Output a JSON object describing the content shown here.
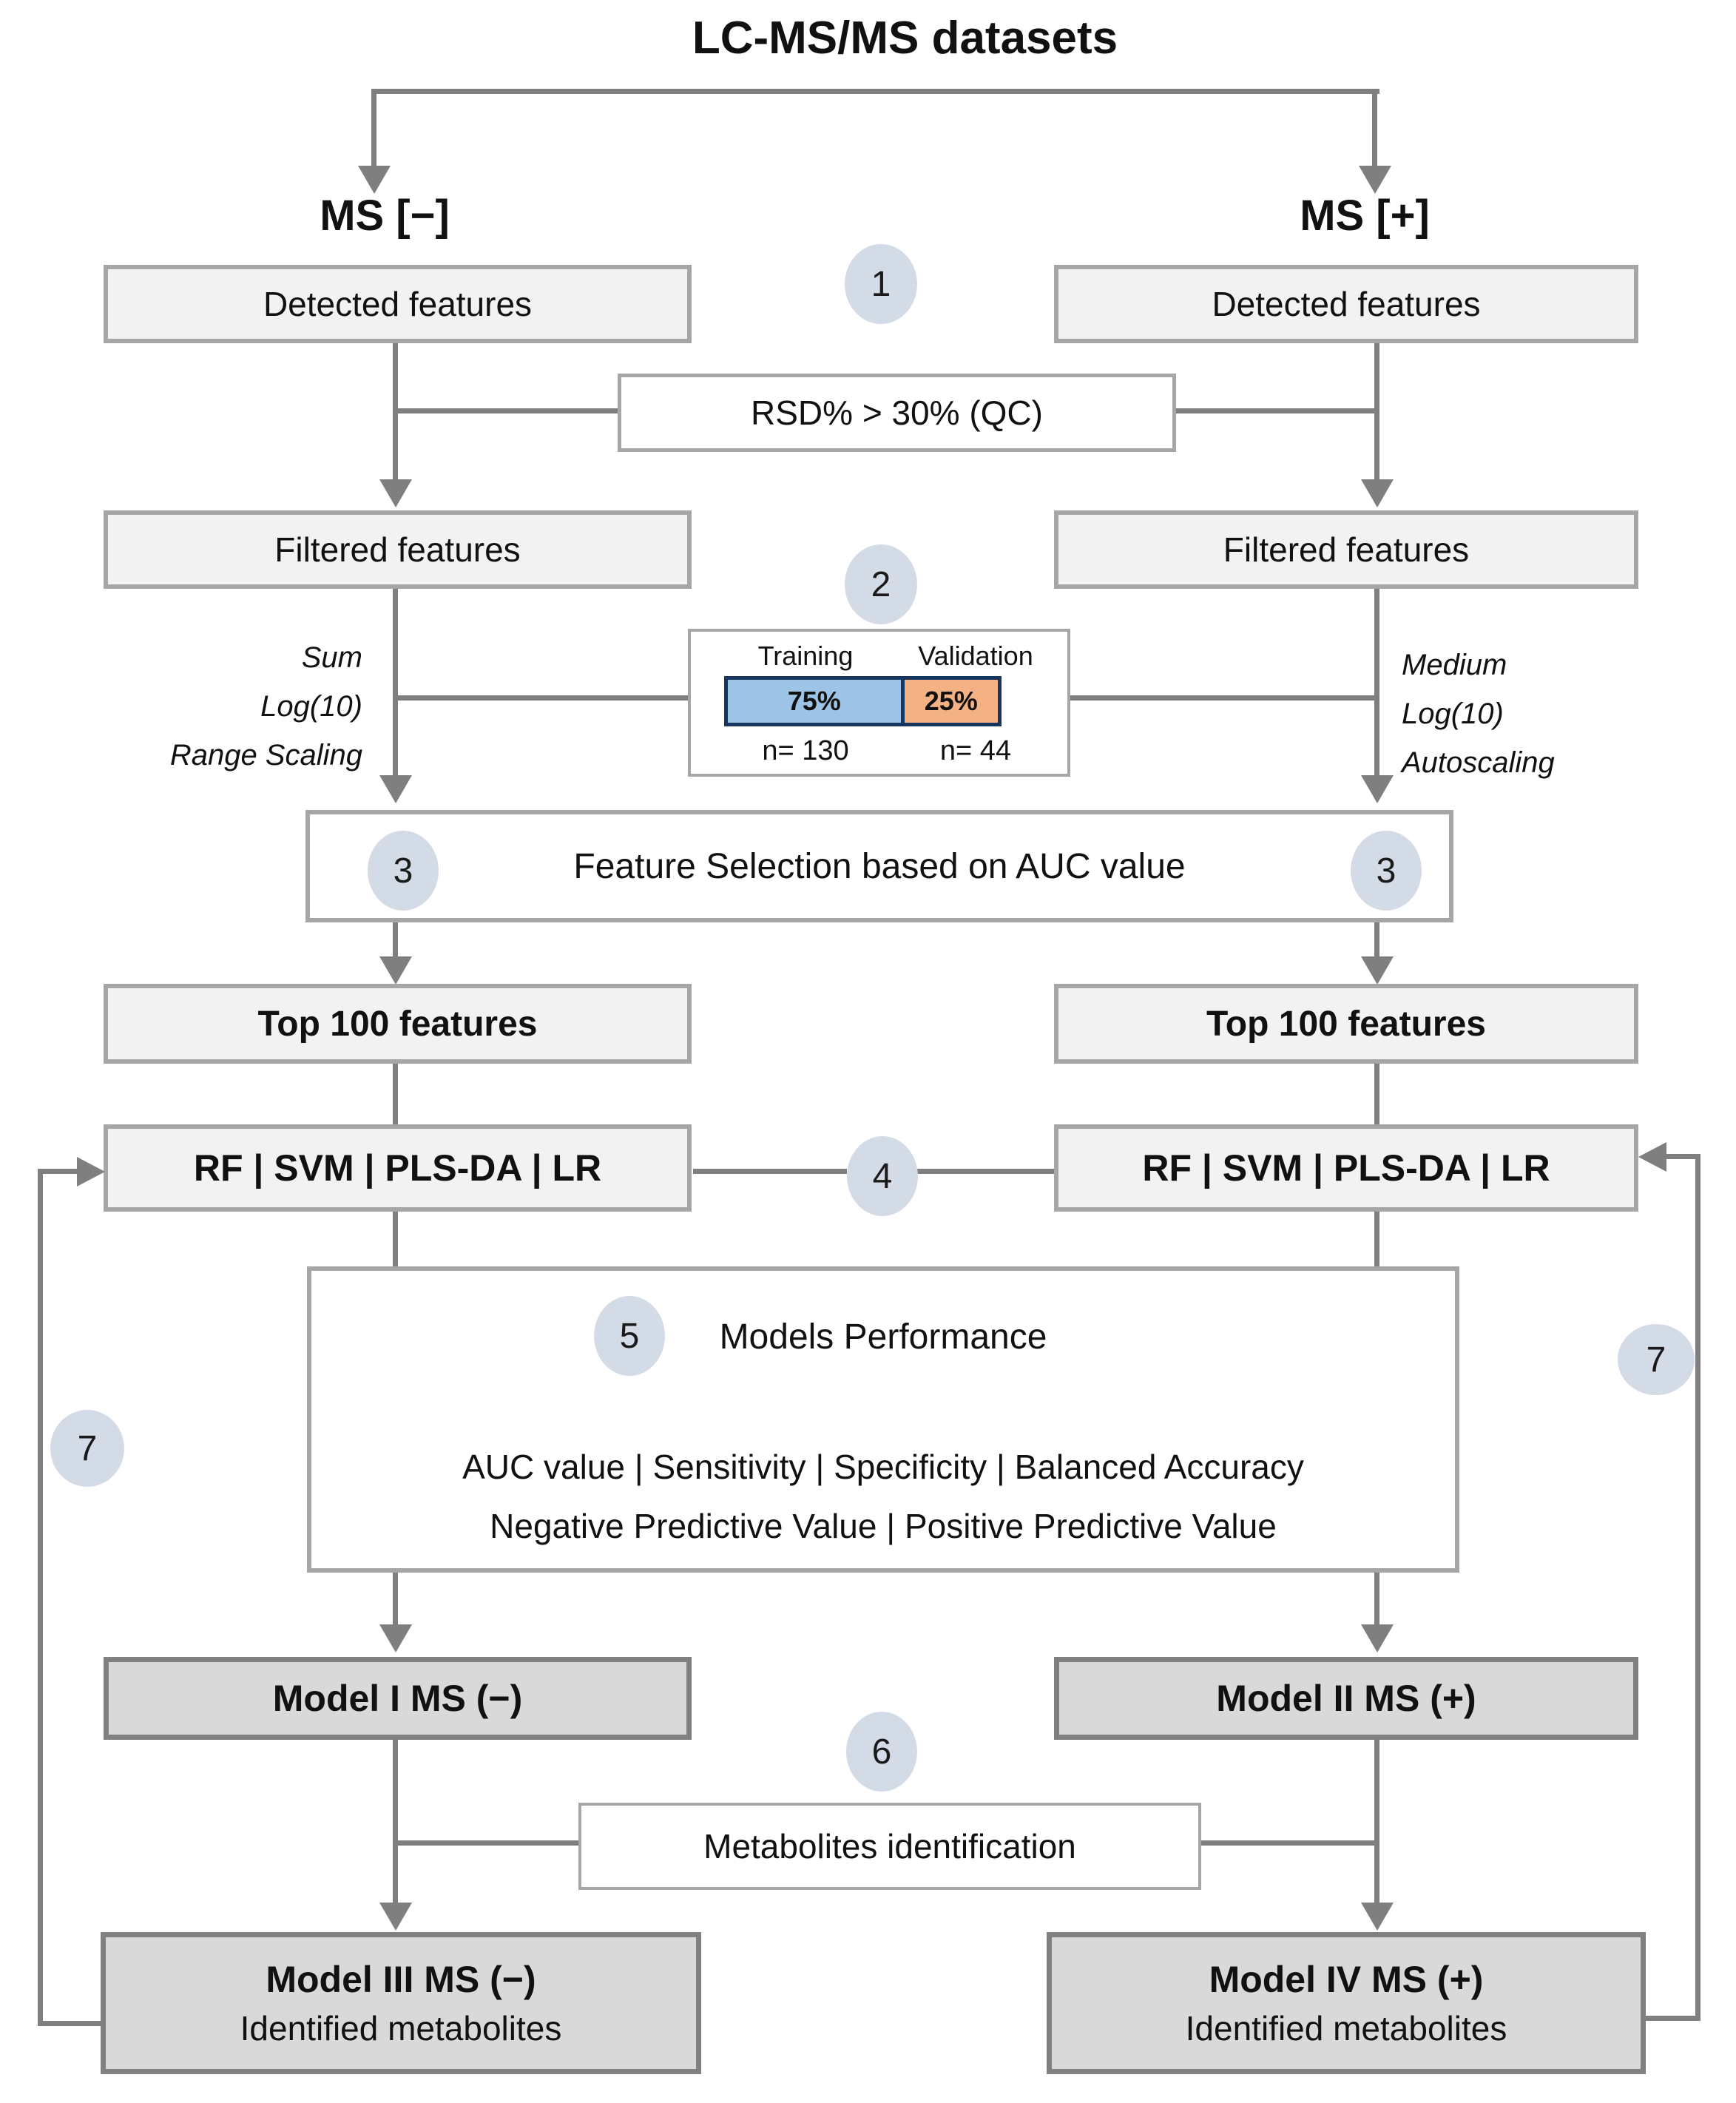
{
  "title": "LC-MS/MS datasets",
  "badges": {
    "s1": "1",
    "s2": "2",
    "s3": "3",
    "s4": "4",
    "s5": "5",
    "s6": "6",
    "s7": "7"
  },
  "neg": {
    "header": "MS [−]",
    "detected": "Detected features",
    "filtered": "Filtered features",
    "scaling": [
      "Sum",
      "Log(10)",
      "Range Scaling"
    ],
    "top100": "Top 100 features",
    "classifiers": "RF | SVM | PLS-DA | LR",
    "model": "Model I MS (−)",
    "final_title": "Model III MS (−)",
    "final_subtitle": "Identified metabolites"
  },
  "pos": {
    "header": "MS [+]",
    "detected": "Detected features",
    "filtered": "Filtered features",
    "scaling": [
      "Medium",
      "Log(10)",
      "Autoscaling"
    ],
    "top100": "Top 100 features",
    "classifiers": "RF | SVM | PLS-DA | LR",
    "model": "Model II MS (+)",
    "final_title": "Model IV MS (+)",
    "final_subtitle": "Identified metabolites"
  },
  "qc": {
    "label": "RSD% > 30% (QC)"
  },
  "split": {
    "training_label": "Training",
    "validation_label": "Validation",
    "training_pct": "75%",
    "validation_pct": "25%",
    "training_n": "n= 130",
    "validation_n": "n= 44",
    "training_color": "#9dc3e6",
    "validation_color": "#f4b183",
    "bar_border_color": "#17365d"
  },
  "feature_selection": {
    "label": "Feature Selection based on AUC value"
  },
  "performance": {
    "title": "Models Performance",
    "metrics_line1": "AUC value | Sensitivity | Specificity | Balanced Accuracy",
    "metrics_line2": "Negative Predictive Value | Positive Predictive Value"
  },
  "identification": {
    "label": "Metabolites identification"
  },
  "colors": {
    "connector": "#7f7f7f",
    "box_fill": "#f2f2f2",
    "box_border": "#a6a6a6",
    "dark_fill": "#d9d9d9",
    "dark_border": "#808080",
    "badge_fill": "#d3dbe7"
  }
}
